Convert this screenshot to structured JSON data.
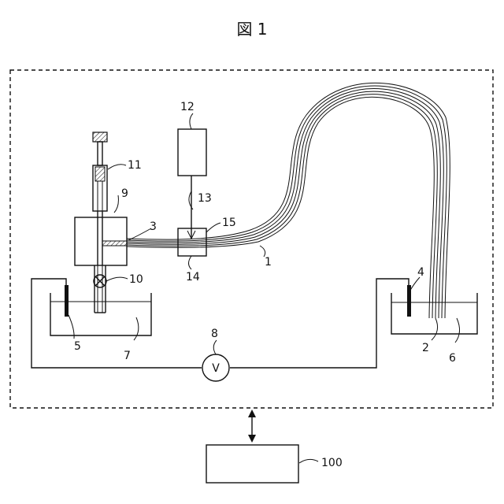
{
  "figure": {
    "title": "図 1"
  },
  "labels": {
    "l1": "1",
    "l2": "2",
    "l3": "3",
    "l4": "4",
    "l5": "5",
    "l6": "6",
    "l7": "7",
    "l8": "8",
    "l9": "9",
    "l10": "10",
    "l11": "11",
    "l12": "12",
    "l13": "13",
    "l14": "14",
    "l15": "15",
    "l100": "100"
  },
  "voltmeter_symbol": "V"
}
